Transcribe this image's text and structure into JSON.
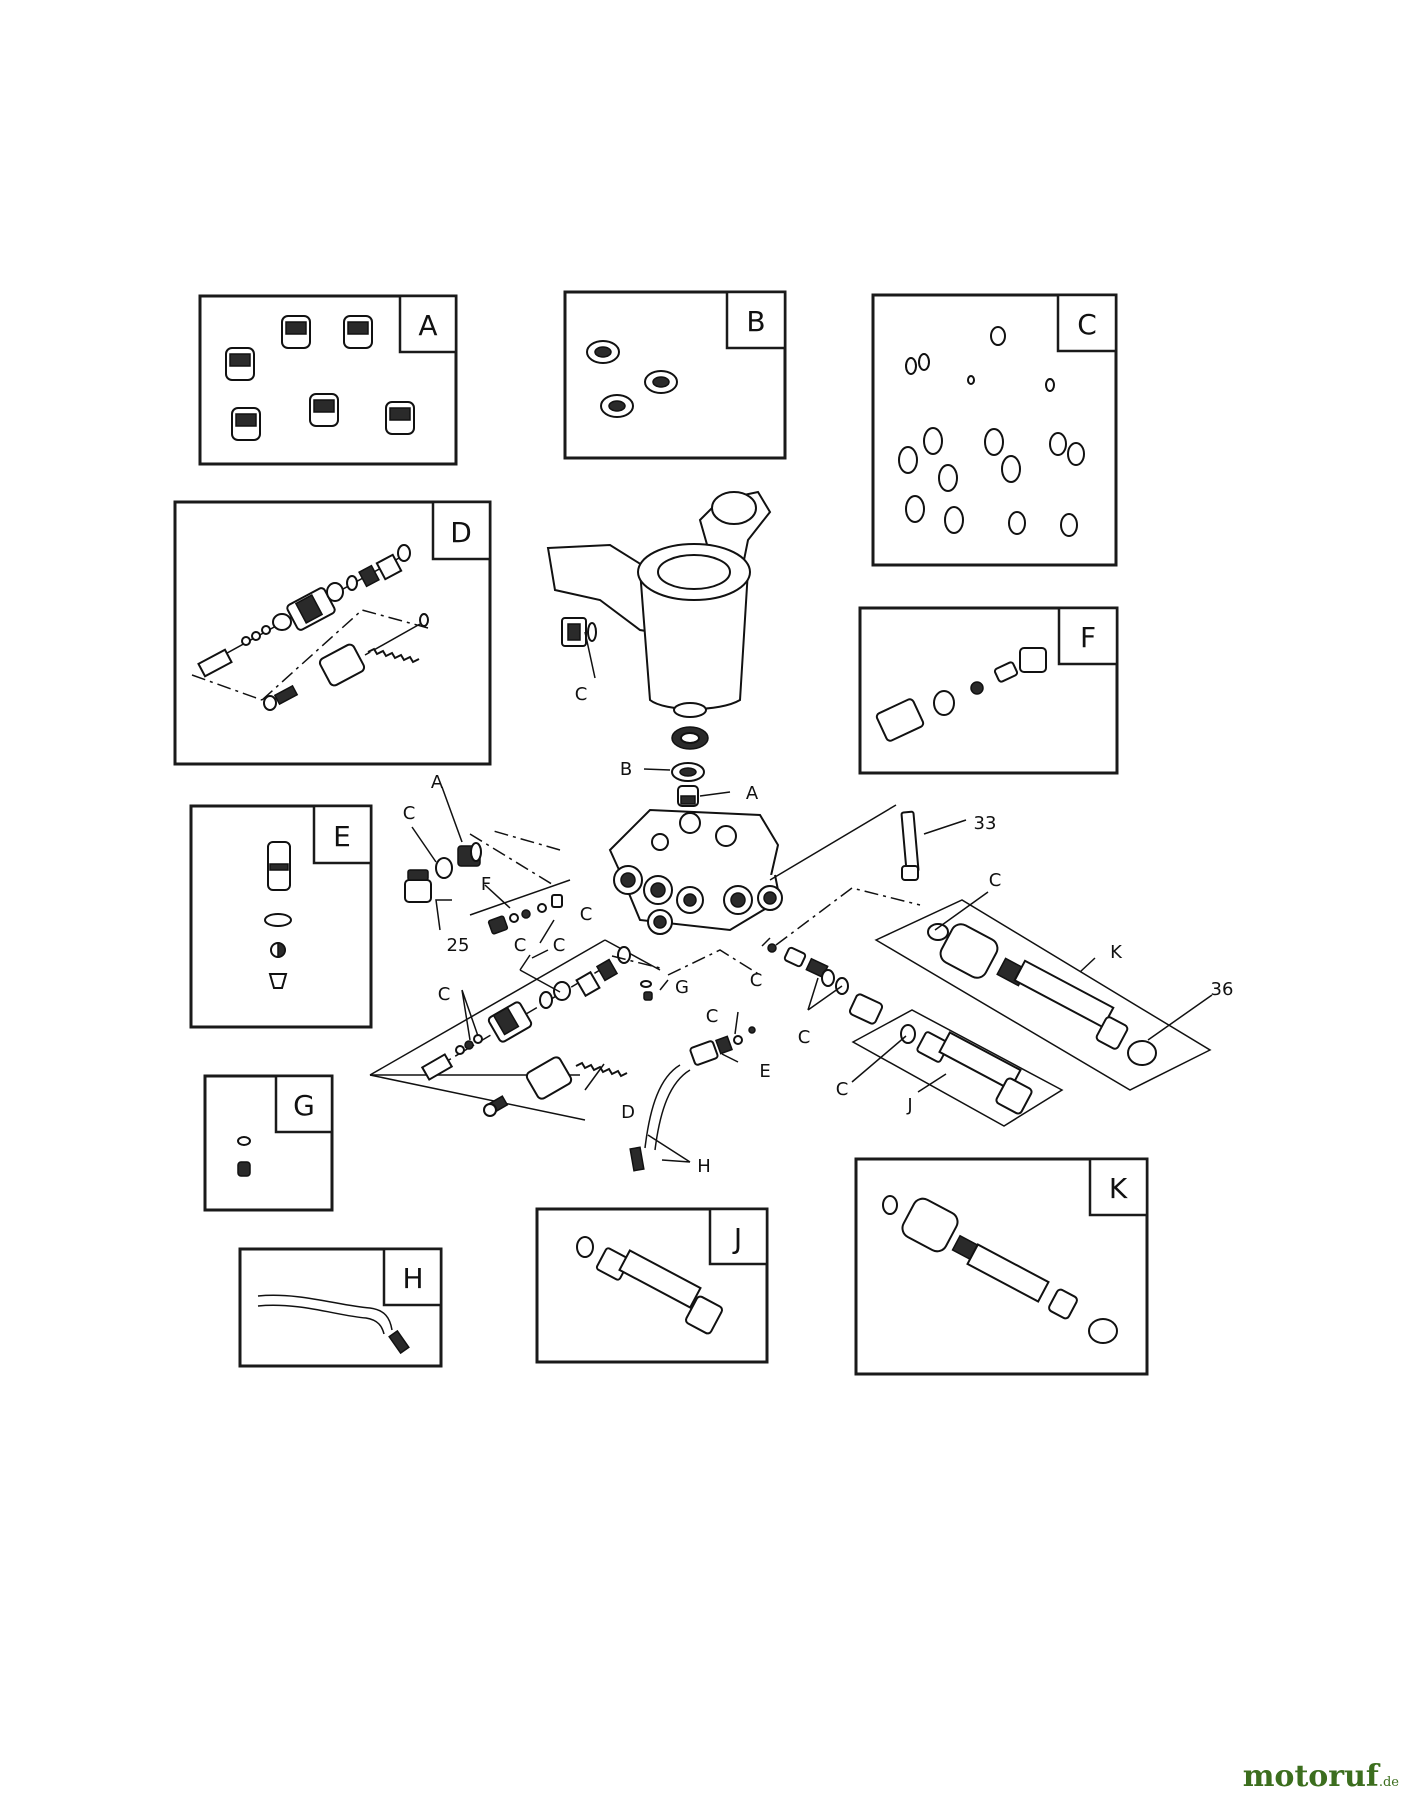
{
  "kits": [
    {
      "tag": "A"
    },
    {
      "tag": "B"
    },
    {
      "tag": "C"
    },
    {
      "tag": "D"
    },
    {
      "tag": "E"
    },
    {
      "tag": "F"
    },
    {
      "tag": "G"
    },
    {
      "tag": "H"
    },
    {
      "tag": "J"
    },
    {
      "tag": "K"
    }
  ],
  "callouts": {
    "c_pump_top": "C",
    "b_center": "B",
    "a_center": "A",
    "a_left": "A",
    "c_left_top": "C",
    "part_25": "25",
    "f_left": "F",
    "c_left_1": "C",
    "c_left_2": "C",
    "c_left_3": "C",
    "c_left_4": "C",
    "g_center": "G",
    "d_bottom": "D",
    "c_lower_mid": "C",
    "e_lower_mid": "E",
    "h_lower": "H",
    "c_right_1": "C",
    "c_right_2": "C",
    "c_right_3": "C",
    "j_right": "J",
    "k_right": "K",
    "c_right_top": "C",
    "part_33": "33",
    "part_36": "36"
  },
  "watermark": {
    "main": "motoruf",
    "suffix": ".de"
  }
}
